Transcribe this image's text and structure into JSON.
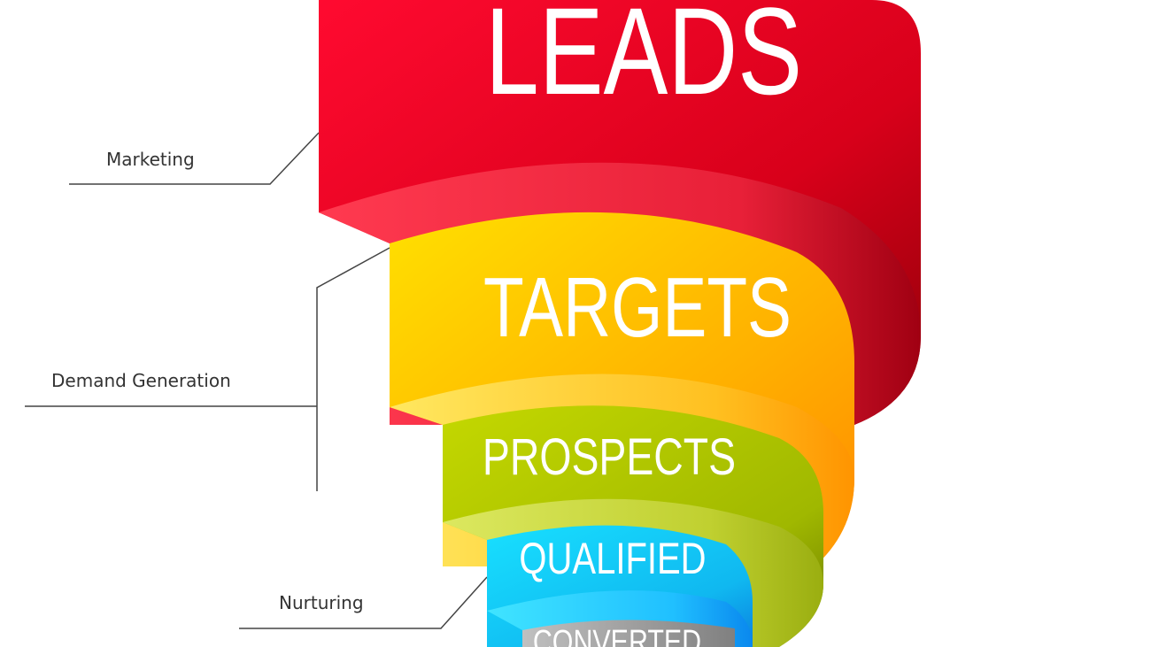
{
  "funnel": {
    "tiers": [
      {
        "label": "LEADS",
        "color": "#e8001f",
        "rim": "#f5334a"
      },
      {
        "label": "TARGETS",
        "color": "#ffb400",
        "rim": "#ffd84a"
      },
      {
        "label": "PROSPECTS",
        "color": "#a8c400",
        "rim": "#d4e055"
      },
      {
        "label": "QUALIFIED",
        "color": "#12c8f5",
        "rim": "#40d8ff"
      },
      {
        "label": "CONVERTED",
        "color": "#9a9a9a",
        "rim": "#c8c8c8"
      }
    ]
  },
  "side_labels": {
    "marketing": "Marketing",
    "demand_generation": "Demand Generation",
    "nurturing": "Nurturing"
  }
}
